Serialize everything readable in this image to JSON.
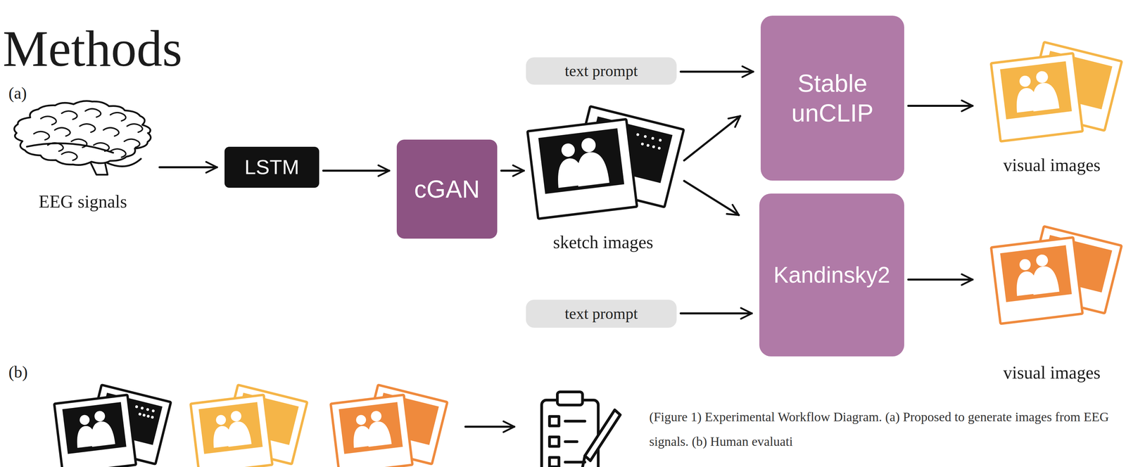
{
  "diagram": {
    "title": "Methods",
    "caption": "(Figure 1) Experimental Workflow Diagram. (a) Proposed to generate images from EEG signals. (b) Human evaluati",
    "nodes": [
      {
        "text": [
          "EEG signals"
        ]
      },
      {
        "text": [
          "LSTM"
        ]
      },
      {
        "text": [
          "cGAN"
        ]
      },
      {
        "text": [
          "sketch images"
        ]
      },
      {
        "text": [
          "text prompt"
        ]
      },
      {
        "text": [
          "Stable unCLIP"
        ]
      },
      {
        "text": [
          "text prompt"
        ]
      },
      {
        "text": [
          "Kandinsky2"
        ]
      },
      {
        "text": [
          "visual images"
        ]
      },
      {
        "text": [
          "visual images"
        ]
      }
    ],
    "edges": [
      {
        "from": 0,
        "to": 1,
        "arrow": "to"
      },
      {
        "from": 1,
        "to": 2,
        "arrow": "to"
      },
      {
        "from": 2,
        "to": 3,
        "arrow": "to"
      },
      {
        "from": 3,
        "to": 5,
        "arrow": "to"
      },
      {
        "from": 3,
        "to": 7,
        "arrow": "to"
      },
      {
        "from": 4,
        "to": 5,
        "arrow": "to"
      },
      {
        "from": 6,
        "to": 7,
        "arrow": "to"
      },
      {
        "from": 5,
        "to": 8,
        "arrow": "to"
      },
      {
        "from": 7,
        "to": 9,
        "arrow": "to"
      }
    ],
    "labels": [
      "(a)",
      "(b)"
    ]
  }
}
